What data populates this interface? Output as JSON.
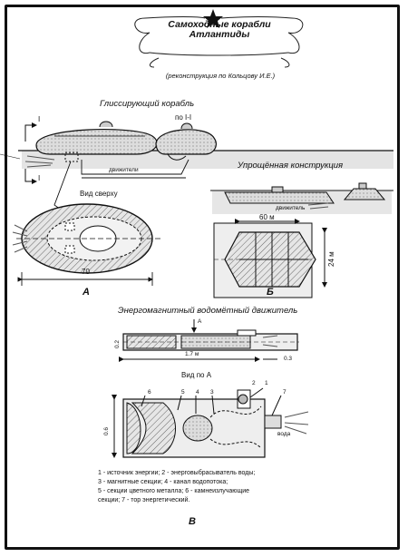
{
  "header": {
    "title_line1": "Самоходные корабли",
    "title_line2": "Атлантиды",
    "subtitle": "(реконструкция по Кольцову И.Е.)"
  },
  "section_a": {
    "heading": "Глиссирующий корабль",
    "section_mark": "I",
    "section_view_label": "по I-I",
    "engines_label": "движители",
    "top_view_label": "Вид сверху",
    "dimension": "70",
    "letter": "А"
  },
  "section_b": {
    "heading": "Упрощённая конструкция",
    "engine_label": "движитель",
    "length": "60 м",
    "width": "24 м",
    "letter": "Б"
  },
  "section_c": {
    "heading": "Энергомагнитный водомётный движитель",
    "arrow_label": "А",
    "height_dim": "0.2",
    "length_dim": "1.7 м",
    "outlet_dim": "0.3",
    "view_label": "Вид по А",
    "width_dim": "0.6",
    "water_label": "вода",
    "part_numbers": [
      "1",
      "2",
      "3",
      "4",
      "5",
      "6",
      "7"
    ],
    "letter": "В"
  },
  "legend": {
    "line1": "1 - источник энергии; 2 - энерговыбрасыватель воды;",
    "line2": "3 - магнитные секции; 4 - канал водопотока;",
    "line3": "5 - секции цветного металла; 6 - камнеизлучающие",
    "line4": "секции; 7 - тор энергетический."
  }
}
